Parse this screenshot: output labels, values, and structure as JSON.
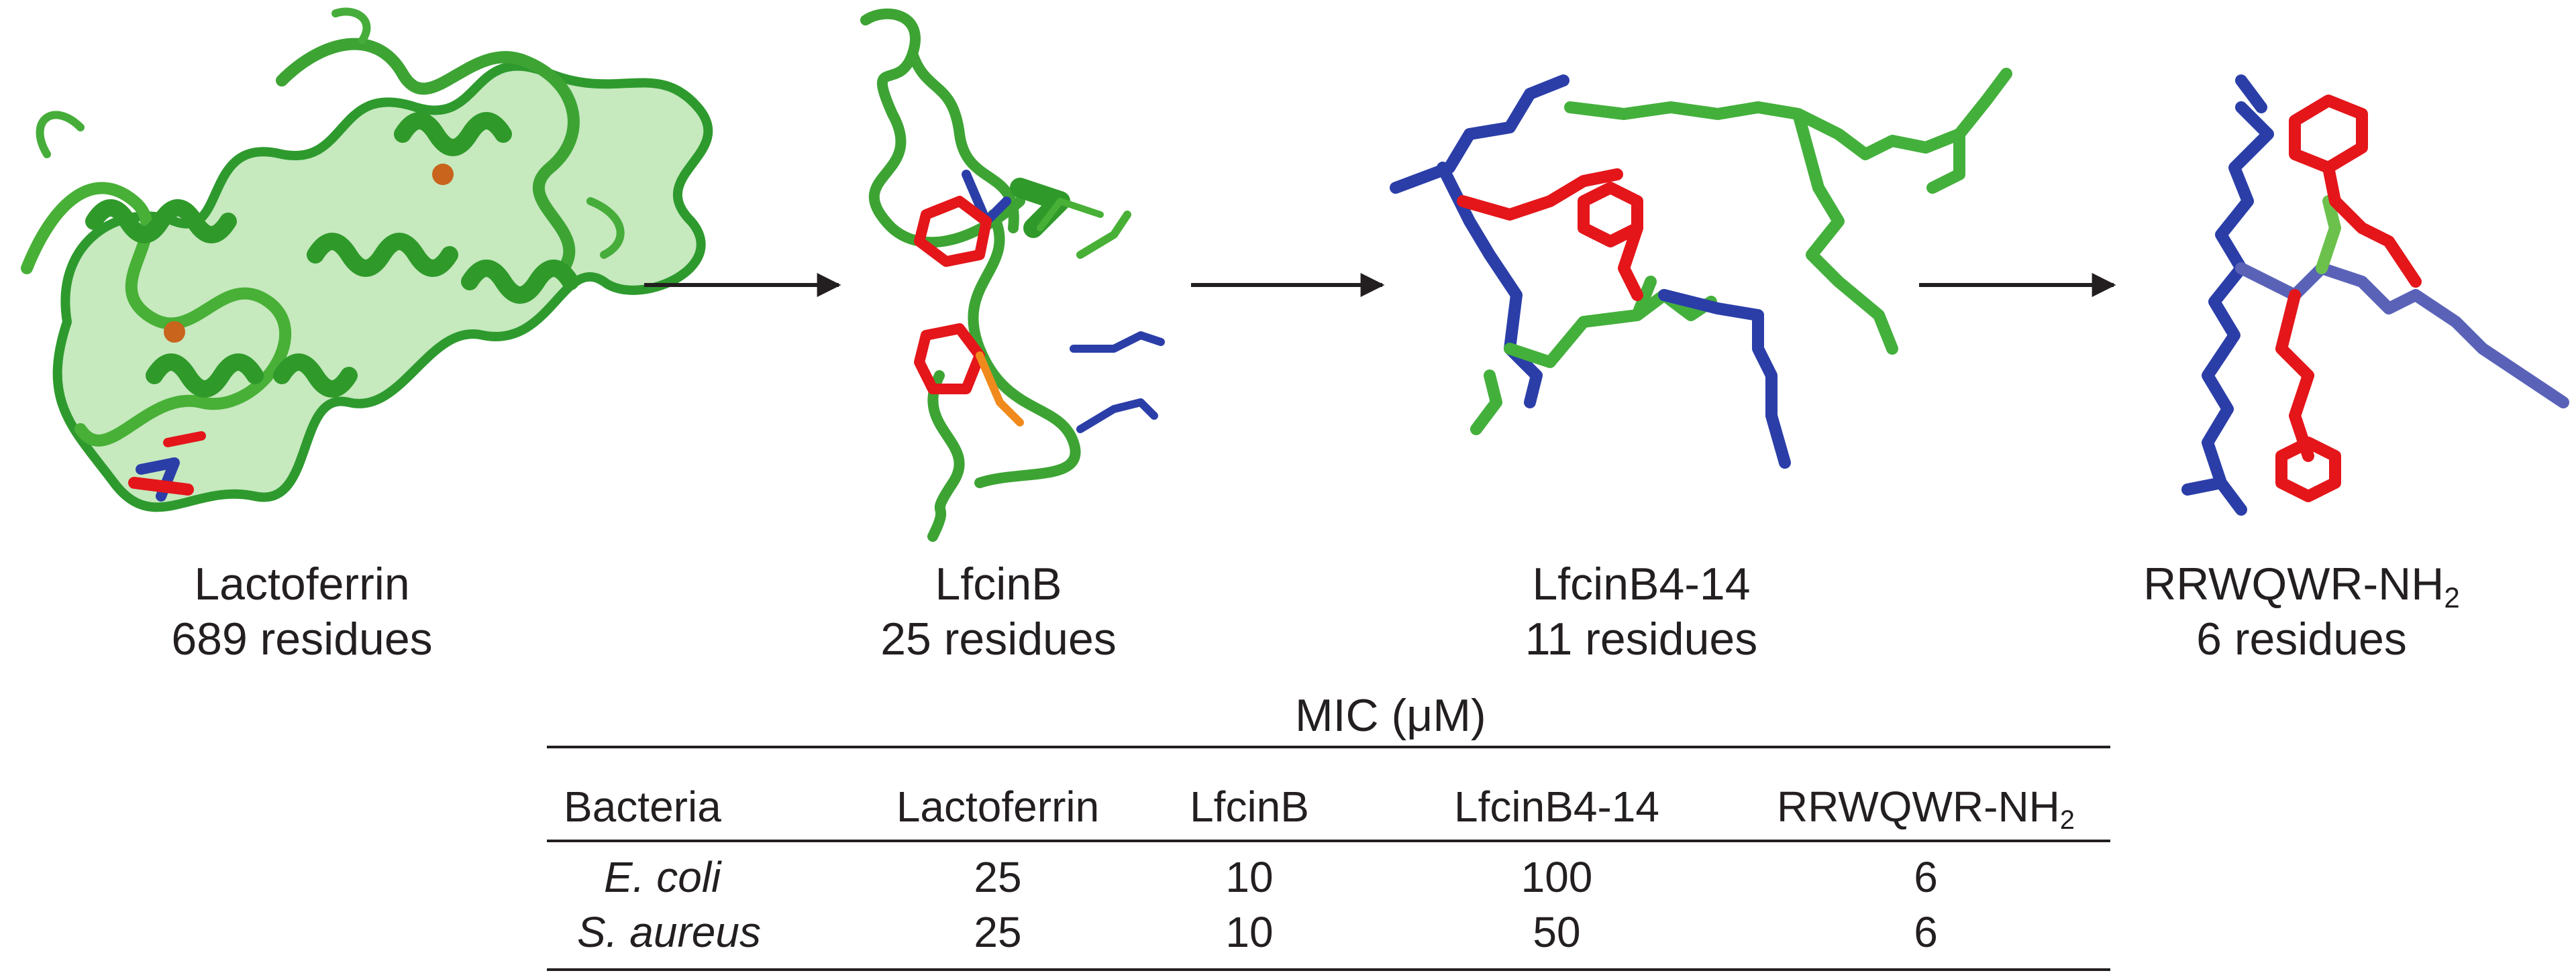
{
  "structures": [
    {
      "name": "Lactoferrin",
      "residues": "689 residues"
    },
    {
      "name": "LfcinB",
      "residues": "25 residues"
    },
    {
      "name": "LfcinB4-14",
      "residues": "11 residues"
    },
    {
      "name": "RRWQWR-NH",
      "name_sub": "2",
      "residues": "6 residues"
    }
  ],
  "colors": {
    "backbone": "#3fae3f",
    "cationic": "#2b3ea8",
    "tryptophan": "#e4161a",
    "disulfide": "#f08a1c",
    "iron": "#c8641c",
    "text": "#231f20"
  },
  "table": {
    "title": "MIC (μM)",
    "headers": [
      "Bacteria",
      "Lactoferrin",
      "LfcinB",
      "LfcinB4-14",
      "RRWQWR-NH"
    ],
    "header_sub": "2",
    "rows": [
      {
        "bacteria": "E. coli",
        "values": [
          "25",
          "10",
          "100",
          "6"
        ]
      },
      {
        "bacteria": "S. aureus",
        "values": [
          "25",
          "10",
          "50",
          "6"
        ]
      }
    ]
  }
}
